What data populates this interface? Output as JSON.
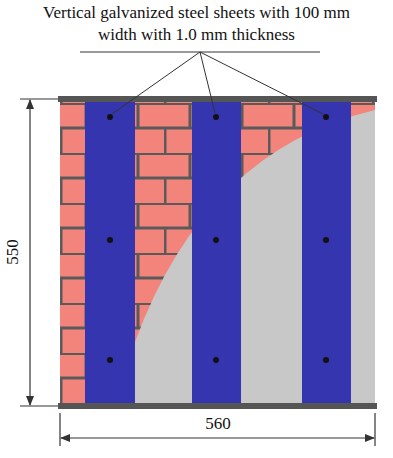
{
  "diagram": {
    "labels": [
      "Vertical galvanized steel sheets with 100 mm width with 1.0 mm thickness",
      "550",
      "560"
    ]
  }
}
